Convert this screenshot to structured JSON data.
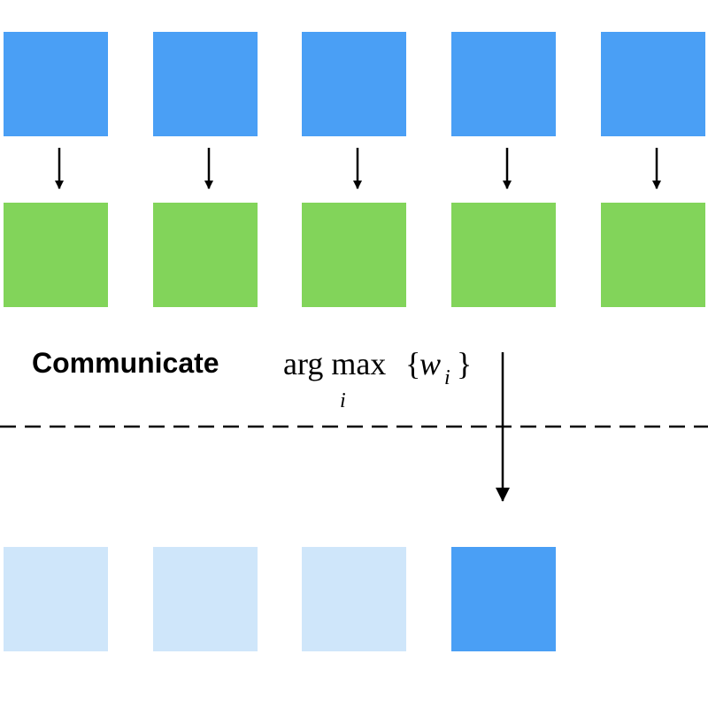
{
  "diagram": {
    "colors": {
      "blue": "#4a9ff5",
      "green": "#82d45a",
      "light_blue": "#cfe6fa",
      "ink": "#000000"
    },
    "top_row": {
      "fills": [
        "blue",
        "blue",
        "blue",
        "blue",
        "blue"
      ]
    },
    "middle_row": {
      "fills": [
        "green",
        "green",
        "green",
        "green",
        "green"
      ]
    },
    "bottom_row": {
      "fills": [
        "light_blue",
        "light_blue",
        "light_blue",
        "blue"
      ]
    },
    "communicate_label": "Communicate",
    "formula": {
      "op": "arg max",
      "open_brace": "{",
      "var": "w",
      "sub": "i",
      "close_brace": "}",
      "under": "i"
    },
    "selected_index": 3
  }
}
